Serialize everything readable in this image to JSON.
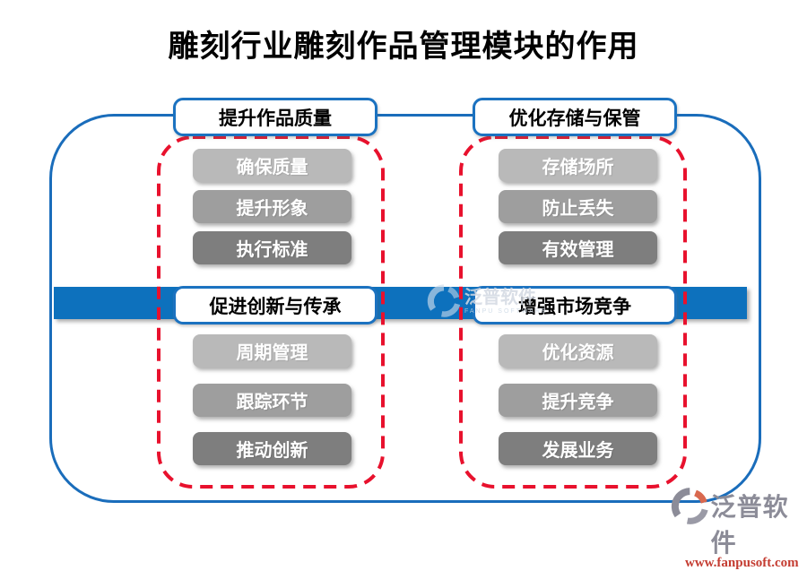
{
  "title": "雕刻行业雕刻作品管理模块的作用",
  "sections": [
    {
      "header": "提升作品质量",
      "items": [
        "确保质量",
        "提升形象",
        "执行标准"
      ]
    },
    {
      "header": "优化存储与保管",
      "items": [
        "存储场所",
        "防止丢失",
        "有效管理"
      ]
    },
    {
      "header": "促进创新与传承",
      "items": [
        "周期管理",
        "跟踪环节",
        "推动创新"
      ]
    },
    {
      "header": "增强市场竞争",
      "items": [
        "优化资源",
        "提升竞争",
        "发展业务"
      ]
    }
  ],
  "watermark": {
    "brand": "泛普软件",
    "brand_en": "FANPU SOFTWARE"
  },
  "footer": {
    "brand": "泛普软件",
    "url": "www.fanpusoft.com"
  },
  "colors": {
    "band_blue": "#0d71bd",
    "frame_blue": "#1a6dbb",
    "header_border_blue": "#1b72c0",
    "dashed_red": "#e8112d",
    "item_gray_light": "#b9b9b9",
    "item_gray_medium": "#9e9e9e",
    "item_gray_dark": "#7e7e7e",
    "footer_brand_gray": "#8c8c98",
    "footer_url_red": "#c43c31"
  }
}
